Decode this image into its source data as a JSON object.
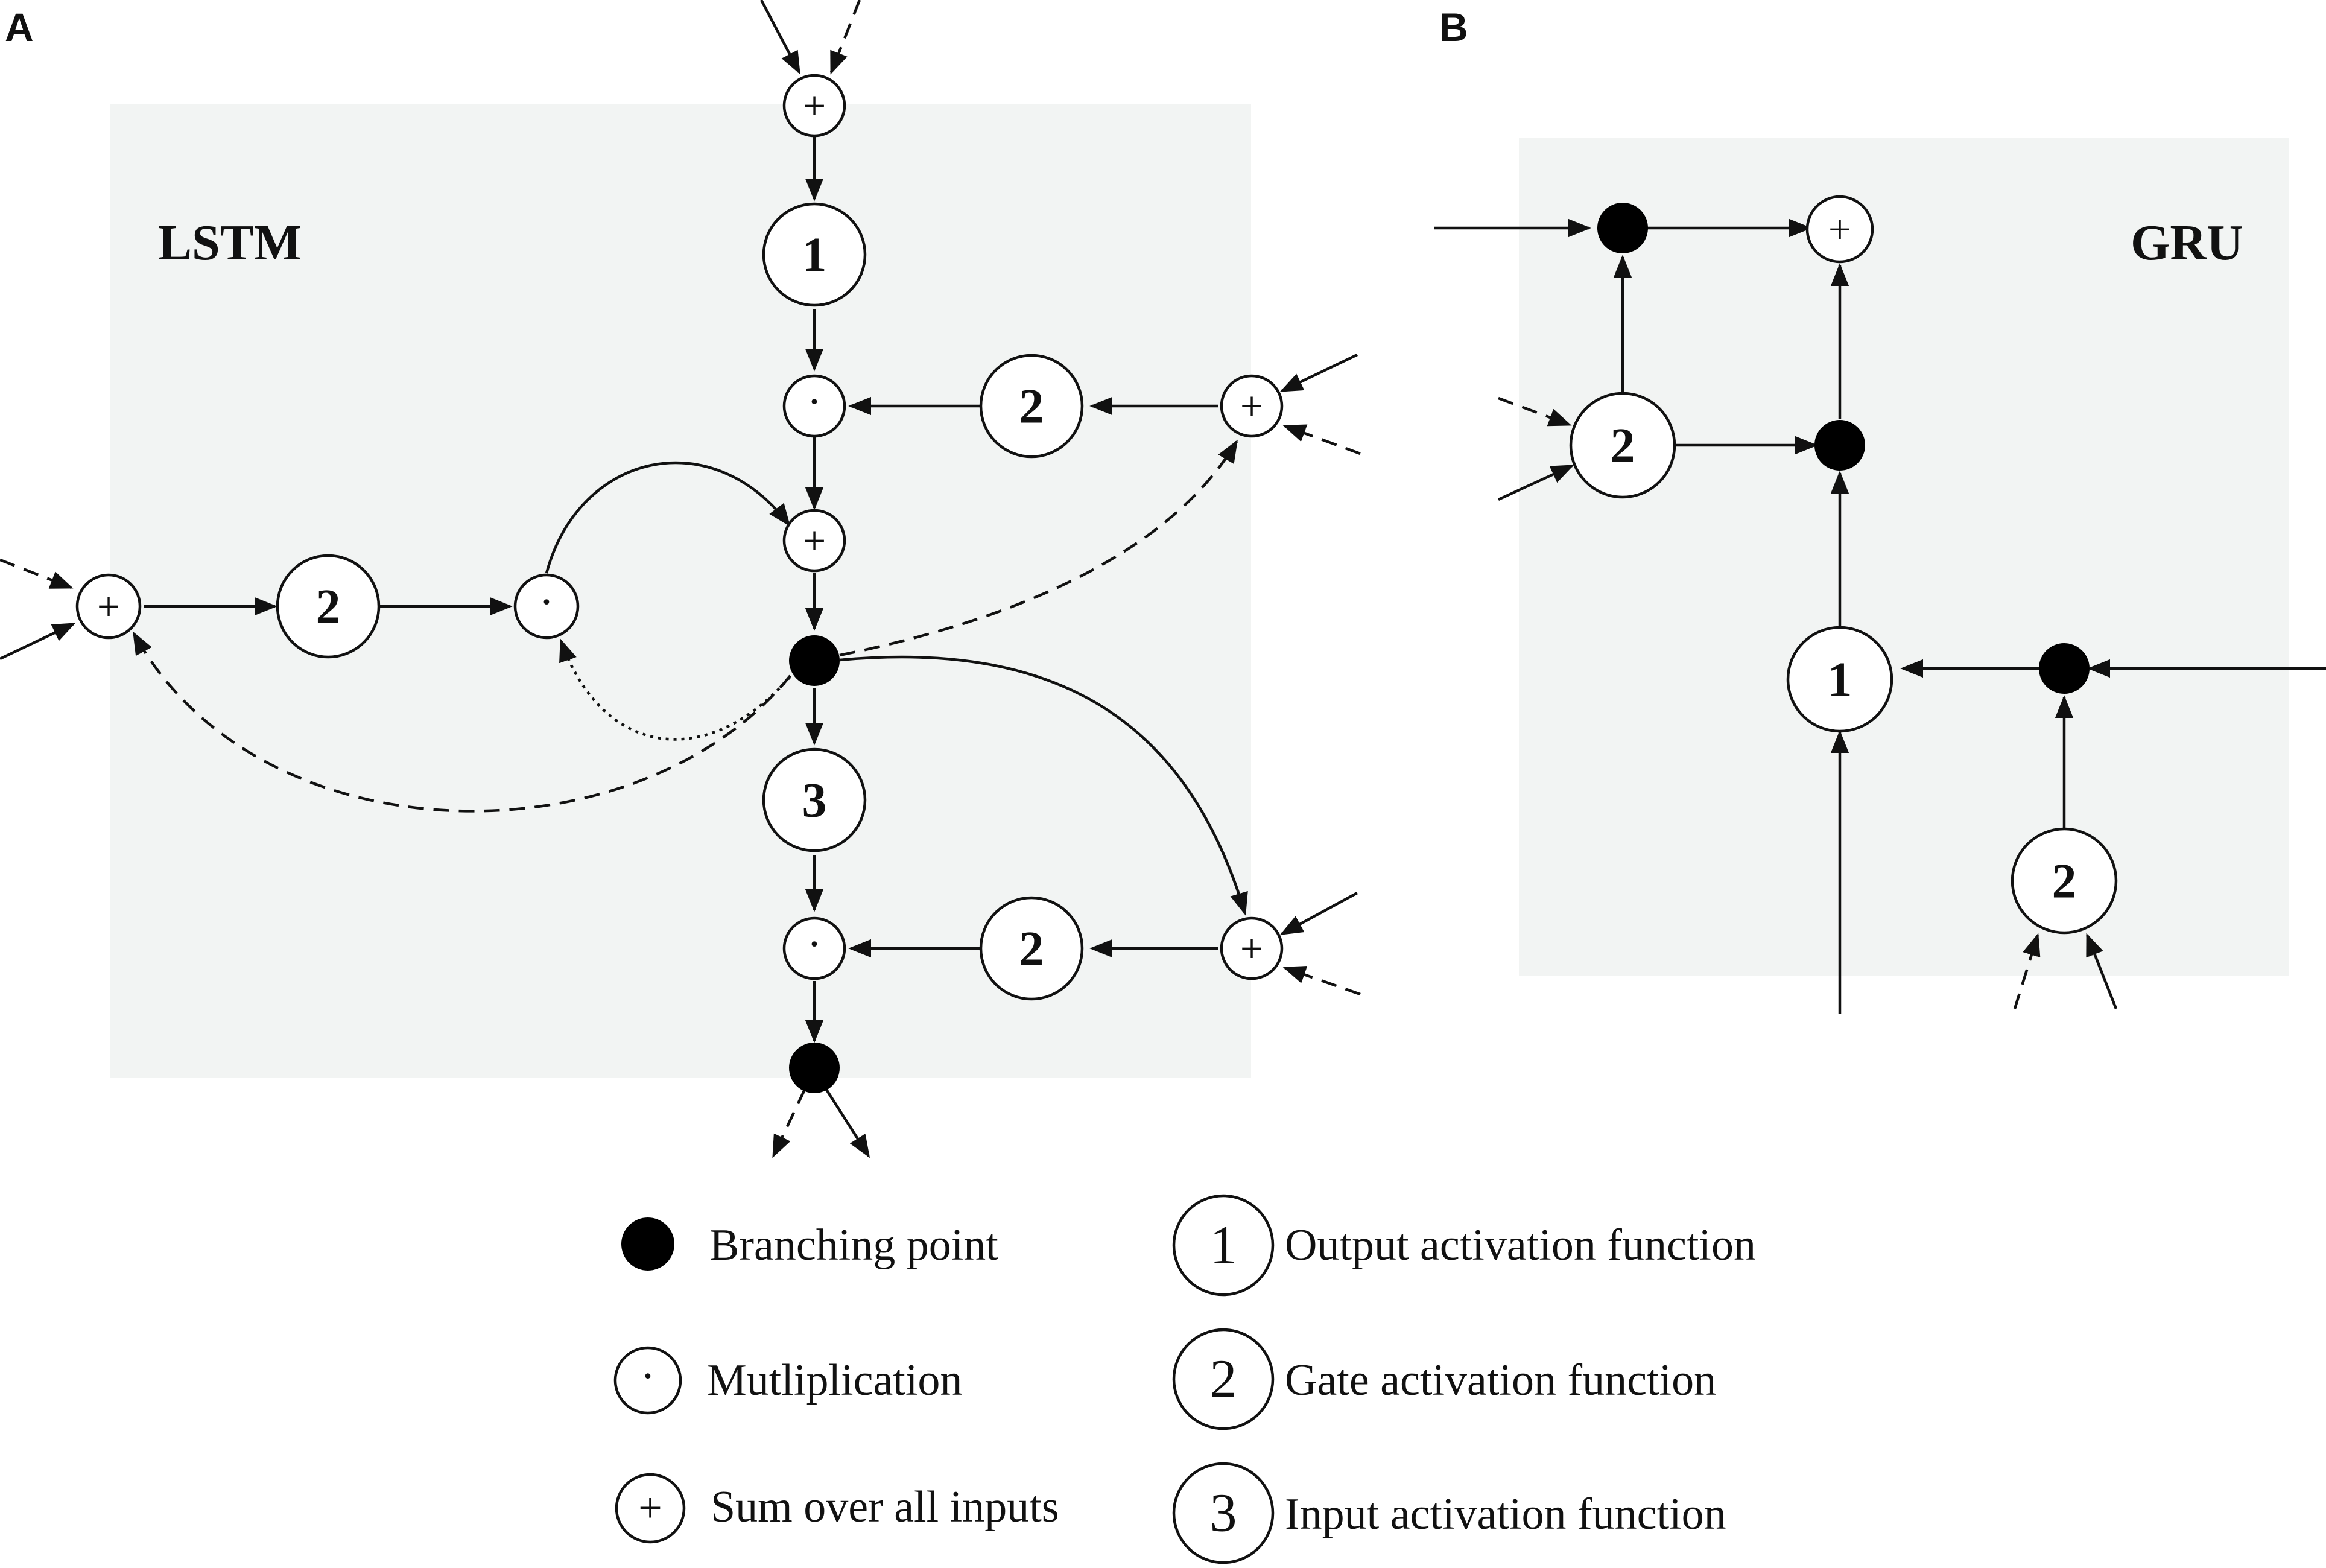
{
  "panels": {
    "a": {
      "letter": "A",
      "title": "LSTM"
    },
    "b": {
      "letter": "B",
      "title": "GRU"
    }
  },
  "symbols": {
    "sum": "+",
    "mult": "·",
    "one": "1",
    "two": "2",
    "three": "3"
  },
  "legend": {
    "branching": "Branching point",
    "multiplication": "Mutliplication",
    "sum": "Sum over all inputs",
    "output": {
      "number": "1",
      "label": "Output activation function"
    },
    "gate": {
      "number": "2",
      "label": "Gate activation function"
    },
    "input": {
      "number": "3",
      "label": "Input activation function"
    }
  }
}
